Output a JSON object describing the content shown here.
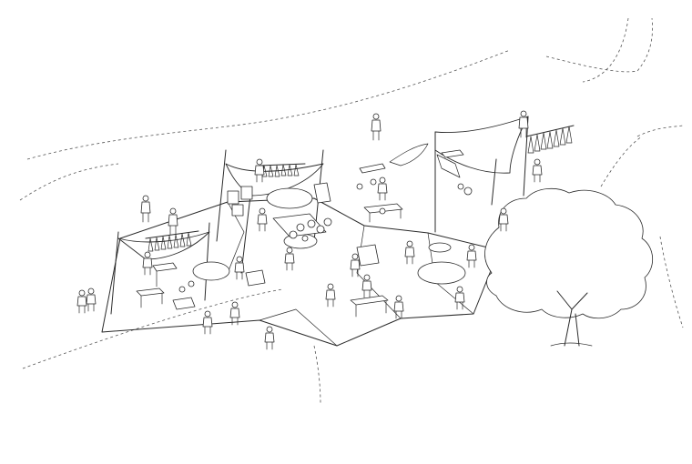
{
  "drawing": {
    "style": "isometric line drawing",
    "ink_color": "#2a2a2a",
    "background_color": "#ffffff",
    "elements": [
      "market-plaza",
      "canopy-left",
      "canopy-right",
      "tree",
      "people",
      "market-stalls",
      "clothes-racks",
      "paths"
    ]
  }
}
